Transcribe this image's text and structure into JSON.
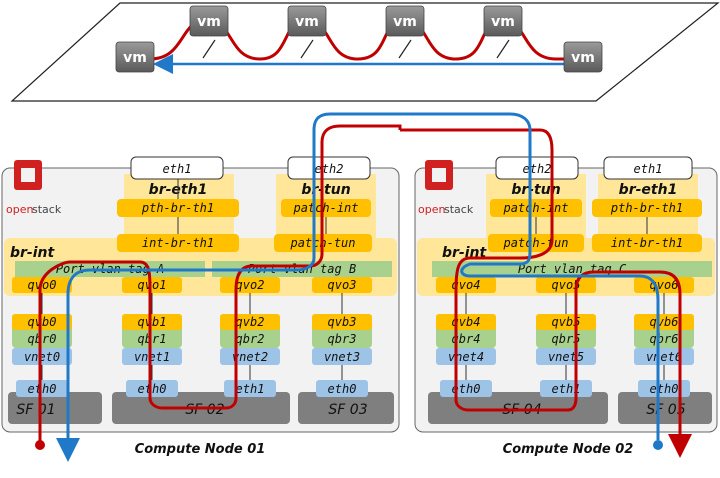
{
  "top": {
    "vm_label": "vm"
  },
  "node1": {
    "caption": "Compute Node 01",
    "logo_text1": "open",
    "logo_text2": "stack",
    "eth1": "eth1",
    "eth2": "eth2",
    "br_eth1": "br-eth1",
    "br_tun": "br-tun",
    "pth_br_th1": "pth-br-th1",
    "patch_int": "patch-int",
    "int_br_th1": "int-br-th1",
    "patch_tun": "patch-tun",
    "br_int": "br-int",
    "vlan_a": "Port vlan tag A",
    "vlan_b": "Port vlan tag B",
    "qvo": [
      "qvo0",
      "qvo1",
      "qvo2",
      "qvo3"
    ],
    "qvb": [
      "qvb0",
      "qvb1",
      "qvb2",
      "qvb3"
    ],
    "qbr": [
      "qbr0",
      "qbr1",
      "qbr2",
      "qbr3"
    ],
    "vnet": [
      "vnet0",
      "vnet1",
      "vnet2",
      "vnet3"
    ],
    "eth": [
      "eth0",
      "eth0",
      "eth1",
      "eth0"
    ],
    "sf": [
      "SF 01",
      "SF 02",
      "SF 03"
    ]
  },
  "node2": {
    "caption": "Compute Node 02",
    "logo_text1": "open",
    "logo_text2": "stack",
    "eth2": "eth2",
    "eth1": "eth1",
    "br_tun": "br-tun",
    "br_eth1": "br-eth1",
    "patch_int": "patch-int",
    "pth_br_th1": "pth-br-th1",
    "patch_tun": "patch-tun",
    "int_br_th1": "int-br-th1",
    "br_int": "br-int",
    "vlan_c": "Port vlan tag C",
    "qvo": [
      "qvo4",
      "qvo5",
      "qvo6"
    ],
    "qvb": [
      "qvb4",
      "qvb5",
      "qvb6"
    ],
    "qbr": [
      "qbr4",
      "qbr5",
      "qbr6"
    ],
    "vnet": [
      "vnet4",
      "vnet5",
      "vnet6"
    ],
    "eth": [
      "eth0",
      "eth1",
      "eth0"
    ],
    "sf": [
      "SF 04",
      "SF 05"
    ]
  },
  "colors": {
    "red_flow": "#c00000",
    "blue_flow": "#1f78c8",
    "yellow_box": "#ffc000",
    "yellow_band": "#ffe699",
    "green_band": "#a9d18e",
    "blue_box": "#9dc3e6",
    "gray_sf": "#7f7f7f",
    "node_bg": "#f2f2f2"
  }
}
